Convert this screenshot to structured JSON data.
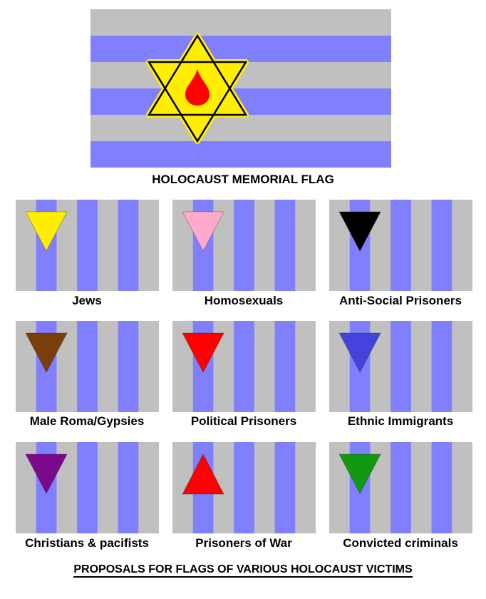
{
  "main_flag": {
    "title": "HOLOCAUST MEMORIAL FLAG",
    "stripe_colors": [
      "#c0c0c0",
      "#8080ff"
    ],
    "star_color": "#ffee00",
    "drop_color": "#ff0000",
    "icon": "star-of-david-with-blood-drop"
  },
  "flags": [
    {
      "label": "Jews",
      "triangle_color": "#ffee00",
      "direction": "down"
    },
    {
      "label": "Homosexuals",
      "triangle_color": "#ffaacc",
      "direction": "down"
    },
    {
      "label": "Anti-Social Prisoners",
      "triangle_color": "#000000",
      "direction": "down"
    },
    {
      "label": "Male Roma/Gypsies",
      "triangle_color": "#7a3e0a",
      "direction": "down"
    },
    {
      "label": "Political Prisoners",
      "triangle_color": "#ff0000",
      "direction": "down"
    },
    {
      "label": "Ethnic Immigrants",
      "triangle_color": "#4444dd",
      "direction": "down"
    },
    {
      "label": "Christians & pacifists",
      "triangle_color": "#7a0a8a",
      "direction": "down"
    },
    {
      "label": "Prisoners of War",
      "triangle_color": "#ff0000",
      "direction": "up"
    },
    {
      "label": "Convicted criminals",
      "triangle_color": "#119911",
      "direction": "down"
    }
  ],
  "footer": "PROPOSALS FOR FLAGS OF VARIOUS HOLOCAUST VICTIMS"
}
